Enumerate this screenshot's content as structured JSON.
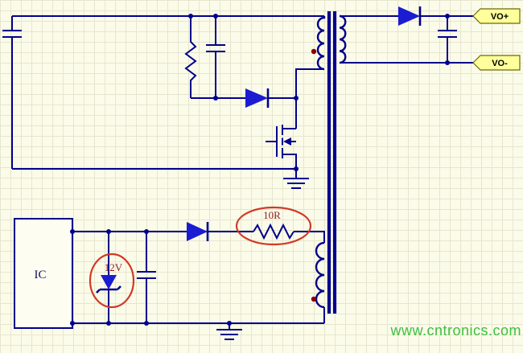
{
  "diagram": {
    "labels": {
      "ic": "IC",
      "zener_voltage": "12V",
      "resistor_value": "10R",
      "output_positive": "VO+",
      "output_negative": "VO-"
    },
    "watermark": "www.cntronics.com",
    "components": [
      "input-capacitor",
      "snubber-resistor",
      "snubber-capacitor",
      "clamp-diode",
      "mosfet",
      "ground-symbol",
      "transformer-primary-winding",
      "transformer-core",
      "transformer-secondary-winding",
      "transformer-aux-winding",
      "output-diode",
      "output-capacitor",
      "aux-diode",
      "current-limit-resistor-10R",
      "zener-diode-12V",
      "aux-capacitor",
      "ic-block",
      "phase-dots",
      "red-highlight-circles",
      "vo-plus-flag",
      "vo-minus-flag"
    ],
    "colors": {
      "background": "#FBFBE9",
      "grid": "#E6E6CF",
      "wire": "#00008C",
      "diode": "#1B1BD1",
      "highlight": "#D03A28",
      "anno": "#8B1A1A",
      "phase": "#8B0000",
      "flag_fill": "#FFFF9C",
      "flag_border": "#6B6B00",
      "ic_text": "#14145E",
      "watermark": "#3FBF3F"
    }
  }
}
